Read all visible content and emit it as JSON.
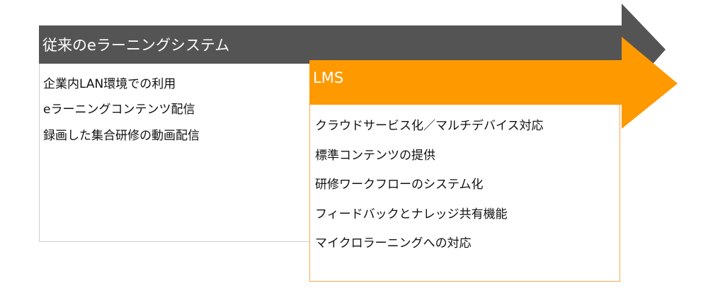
{
  "colors": {
    "legacy": "#545454",
    "lms": "#ff9900"
  },
  "legacy": {
    "title": "従来のeラーニングシステム",
    "items": [
      "企業内LAN環境での利用",
      "eラーニングコンテンツ配信",
      "録画した集合研修の動画配信"
    ]
  },
  "lms": {
    "title": "LMS",
    "items": [
      "クラウドサービス化／マルチデバイス対応",
      "標準コンテンツの提供",
      "研修ワークフローのシステム化",
      "フィードバックとナレッジ共有機能",
      "マイクロラーニングへの対応"
    ]
  }
}
